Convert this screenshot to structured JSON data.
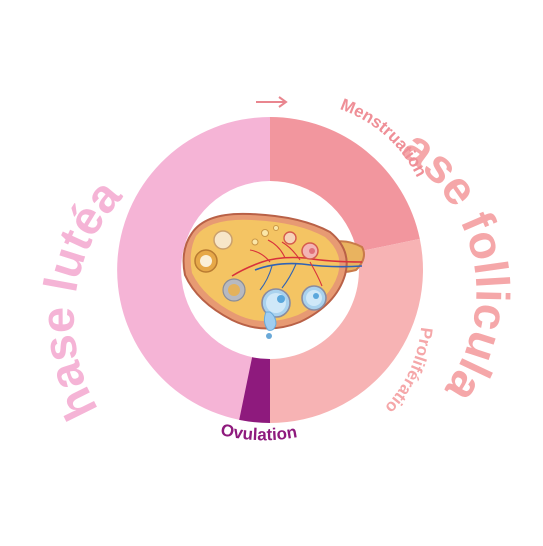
{
  "labels": {
    "luteal": "Phase lutéale",
    "follicular": "Phase folliculaire",
    "menstruation": "Menstruation",
    "proliferation": "Prolifération",
    "ovulation": "Ovulation",
    "arrow": "→"
  },
  "colors": {
    "luteal": "#f5b4d6",
    "menstruation": "#f2969e",
    "proliferation": "#f7b3b4",
    "ovulation": "#8e1a7d",
    "luteal_text": "#f5b4d6",
    "follicular_text": "#f5a7a9",
    "menstruation_text": "#ef8f97",
    "ovulation_text": "#8e1a7d",
    "arrow": "#e9868f"
  },
  "illustration": {
    "name": "ovary-illustration"
  }
}
